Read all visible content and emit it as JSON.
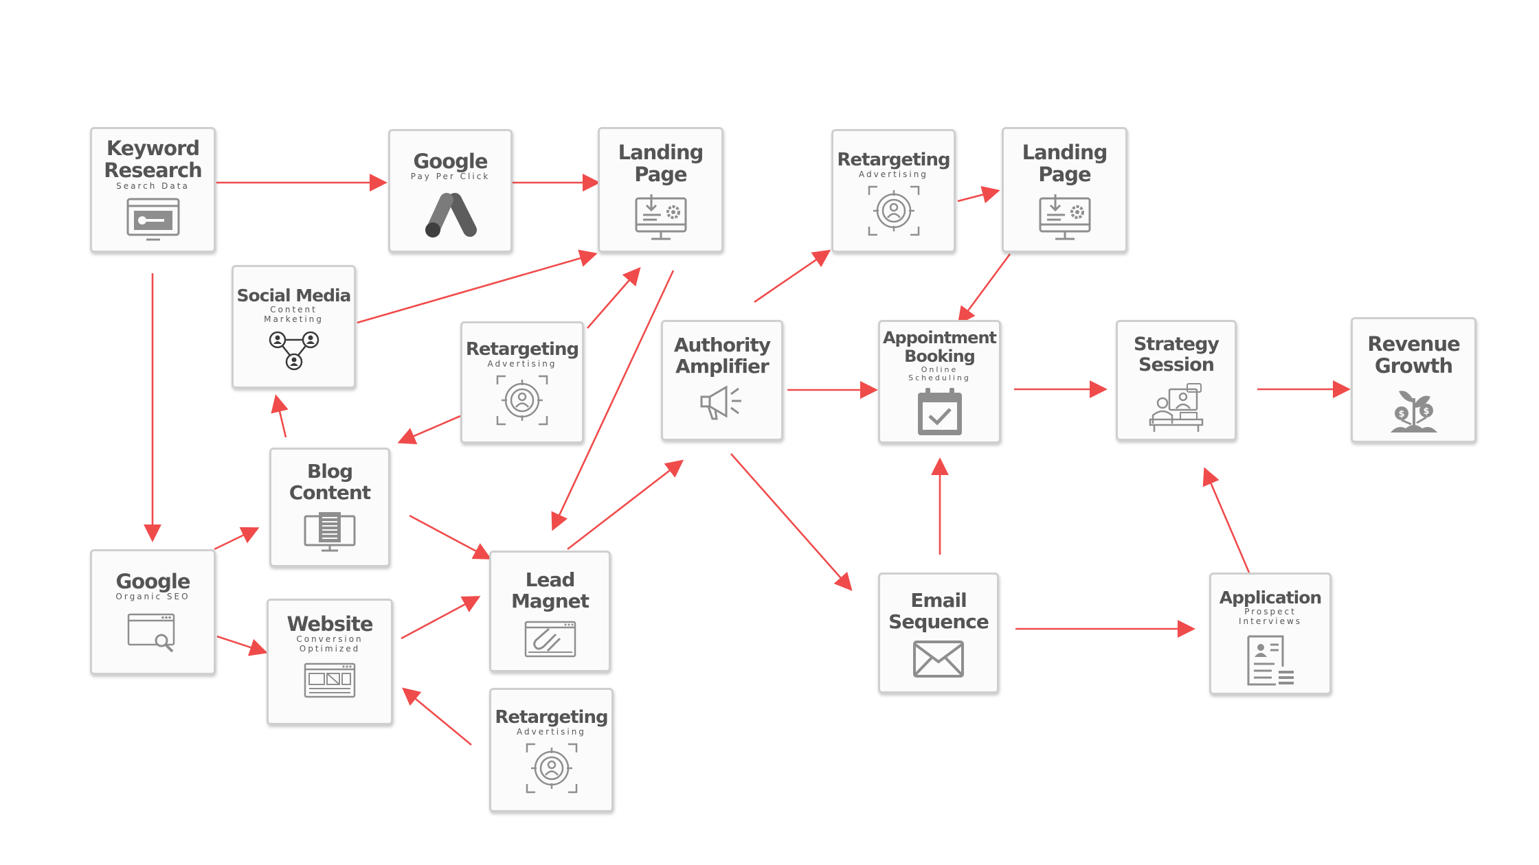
{
  "colors": {
    "arrow": "#f04b4b",
    "box_border": "#cfcfcf",
    "text": "#545454",
    "icon": "#8e8e8e"
  },
  "nodes": {
    "keyword_research": {
      "title_l1": "Keyword",
      "title_l2": "Research",
      "sub": "Search Data",
      "icon": "browser-key-icon"
    },
    "google_ppc": {
      "title": "Google",
      "sub": "Pay Per Click",
      "icon": "google-ads-logo"
    },
    "landing_page_1": {
      "title_l1": "Landing",
      "title_l2": "Page",
      "icon": "monitor-download-gear-icon"
    },
    "retargeting_top": {
      "title": "Retargeting",
      "sub": "Advertising",
      "icon": "target-person-icon"
    },
    "landing_page_2": {
      "title_l1": "Landing",
      "title_l2": "Page",
      "icon": "monitor-download-gear-icon"
    },
    "social_media": {
      "title": "Social Media",
      "sub_l1": "Content",
      "sub_l2": "Marketing",
      "icon": "network-people-icon"
    },
    "retargeting_mid": {
      "title": "Retargeting",
      "sub": "Advertising",
      "icon": "target-person-icon"
    },
    "authority_amplifier": {
      "title_l1": "Authority",
      "title_l2": "Amplifier",
      "icon": "megaphone-icon"
    },
    "appointment_booking": {
      "title_l1": "Appointment",
      "title_l2": "Booking",
      "sub_l1": "Online",
      "sub_l2": "Scheduling",
      "icon": "calendar-check-icon"
    },
    "strategy_session": {
      "title_l1": "Strategy",
      "title_l2": "Session",
      "icon": "video-meeting-icon"
    },
    "revenue_growth": {
      "title_l1": "Revenue",
      "title_l2": "Growth",
      "icon": "money-plant-icon"
    },
    "blog_content": {
      "title_l1": "Blog",
      "title_l2": "Content",
      "icon": "monitor-document-icon"
    },
    "google_seo": {
      "title": "Google",
      "sub": "Organic SEO",
      "icon": "browser-search-icon"
    },
    "website": {
      "title": "Website",
      "sub_l1": "Conversion",
      "sub_l2": "Optimized",
      "icon": "web-layout-icon"
    },
    "lead_magnet": {
      "title_l1": "Lead",
      "title_l2": "Magnet",
      "icon": "monitor-magnet-icon"
    },
    "retargeting_bottom": {
      "title": "Retargeting",
      "sub": "Advertising",
      "icon": "target-person-icon"
    },
    "email_sequence": {
      "title_l1": "Email",
      "title_l2": "Sequence",
      "icon": "envelope-icon"
    },
    "application": {
      "title": "Application",
      "sub_l1": "Prospect",
      "sub_l2": "Interviews",
      "icon": "resume-document-icon"
    }
  },
  "edges": [
    {
      "from": "keyword_research",
      "to": "google_ppc"
    },
    {
      "from": "google_ppc",
      "to": "landing_page_1"
    },
    {
      "from": "keyword_research",
      "to": "google_seo"
    },
    {
      "from": "social_media",
      "to": "landing_page_1"
    },
    {
      "from": "retargeting_mid",
      "to": "landing_page_1"
    },
    {
      "from": "landing_page_1",
      "to": "lead_magnet"
    },
    {
      "from": "retargeting_mid",
      "to": "blog_content"
    },
    {
      "from": "blog_content",
      "to": "social_media"
    },
    {
      "from": "google_seo",
      "to": "blog_content"
    },
    {
      "from": "google_seo",
      "to": "website"
    },
    {
      "from": "blog_content",
      "to": "lead_magnet"
    },
    {
      "from": "website",
      "to": "lead_magnet"
    },
    {
      "from": "retargeting_bottom",
      "to": "website"
    },
    {
      "from": "lead_magnet",
      "to": "authority_amplifier"
    },
    {
      "from": "authority_amplifier",
      "to": "retargeting_top"
    },
    {
      "from": "retargeting_top",
      "to": "landing_page_2"
    },
    {
      "from": "landing_page_2",
      "to": "appointment_booking"
    },
    {
      "from": "authority_amplifier",
      "to": "appointment_booking"
    },
    {
      "from": "authority_amplifier",
      "to": "email_sequence"
    },
    {
      "from": "email_sequence",
      "to": "appointment_booking"
    },
    {
      "from": "email_sequence",
      "to": "application"
    },
    {
      "from": "application",
      "to": "strategy_session"
    },
    {
      "from": "appointment_booking",
      "to": "strategy_session"
    },
    {
      "from": "strategy_session",
      "to": "revenue_growth"
    }
  ]
}
